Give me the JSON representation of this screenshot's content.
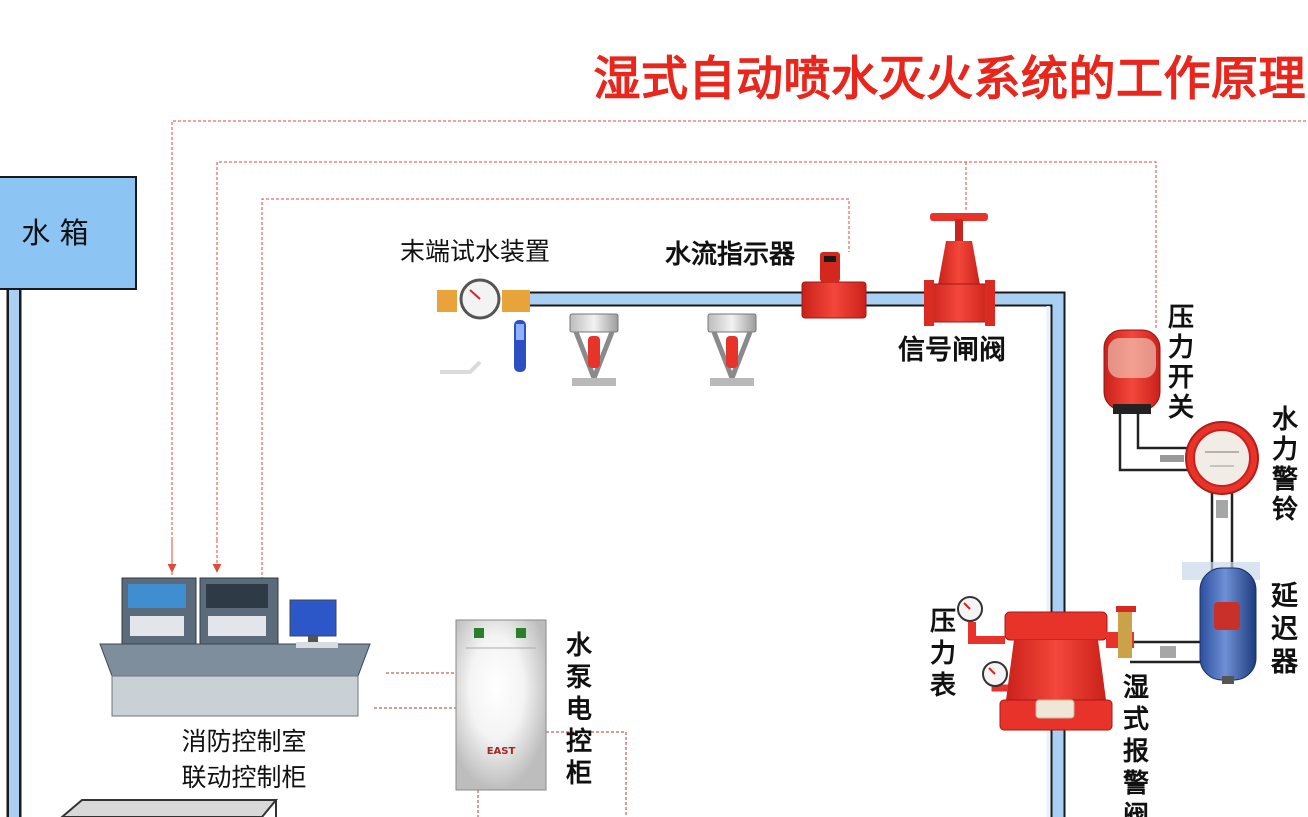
{
  "title": "湿式自动喷水灭火系统的工作原理",
  "labels": {
    "water_tank": "水  箱",
    "end_test_device": "末端试水装置",
    "water_flow_indicator": "水流指示器",
    "signal_gate_valve": "信号闸阀",
    "pressure_switch": "压力开关",
    "water_motor_gong": "水力警铃",
    "retarding_chamber": "延迟器",
    "pressure_gauge": "压力表",
    "wet_alarm_valve": "湿式报警阀",
    "pump_control_cabinet": "水泵电控柜",
    "control_room_line1": "消防控制室",
    "control_room_line2": "联动控制柜",
    "cabinet_brand": "EAST"
  },
  "colors": {
    "title": "#e8261c",
    "pipe_fill": "#a9cff3",
    "tank_fill": "#8cc4f4",
    "signal_line": "#e04a3a",
    "device_red": "#e8332a"
  }
}
